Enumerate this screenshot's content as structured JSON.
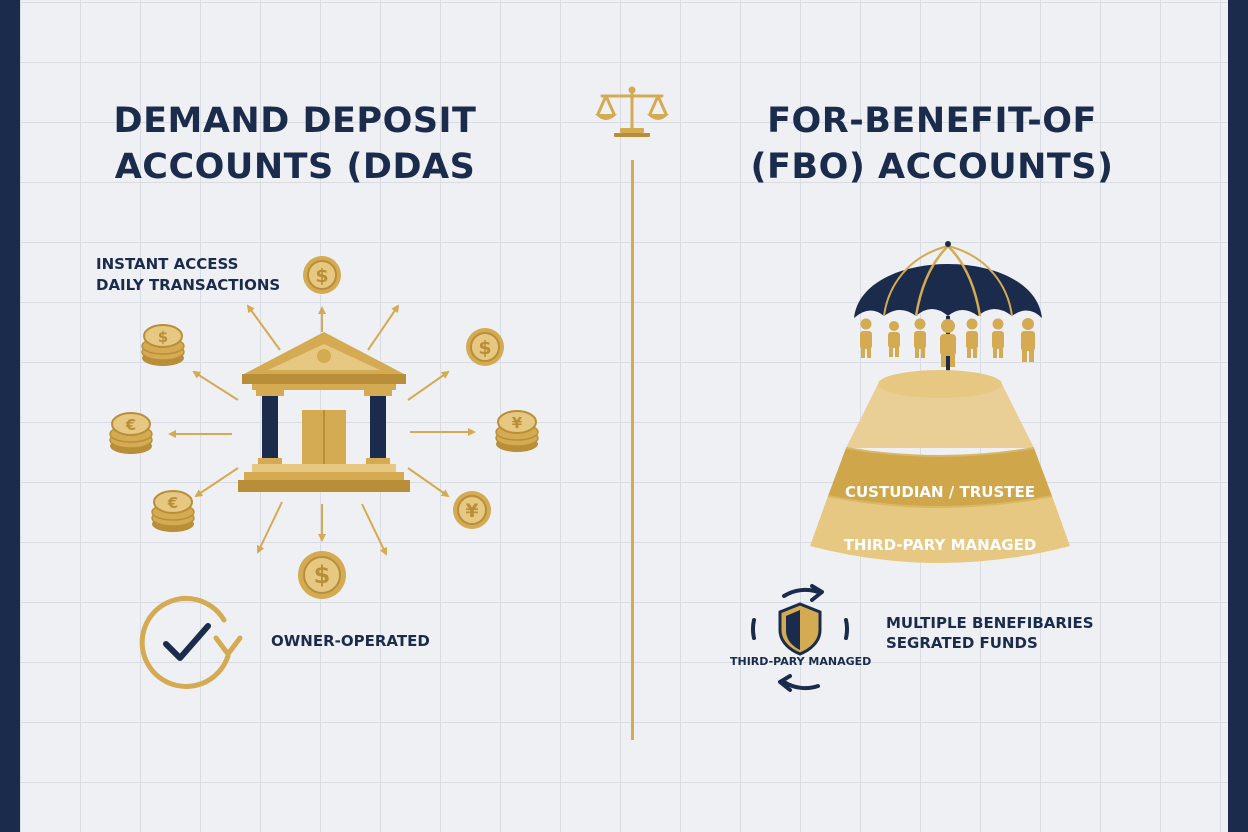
{
  "left": {
    "title_line1": "DEMAND DEPOSIT",
    "title_line2": "ACCOUNTS (DDAS",
    "features_line1": "INSTANT ACCESS",
    "features_line2": "DAILY TRANSACTIONS",
    "owner_label": "OWNER-OPERATED",
    "coin_symbols": [
      "$",
      "$",
      "¥",
      "¥",
      "$",
      "€",
      "€",
      "$"
    ]
  },
  "right": {
    "title_line1": "FOR-BENEFIT-OF",
    "title_line2": "(FBO) ACCOUNTS)",
    "pyramid_tier1": "CUSTUDIAN / TRUSTEE",
    "pyramid_tier2": "THIRD-PARY MANAGED",
    "shield_caption": "THIRD-PARY MANAGED",
    "beneficiaries_line1": "MULTIPLE BENEFIBARIES",
    "beneficiaries_line2": "SEGRATED FUNDS"
  },
  "colors": {
    "navy": "#1a2b4c",
    "gold": "#d4aa52",
    "gold_dark": "#b88f38",
    "gold_light": "#e6c882",
    "background": "#eff0f3",
    "grid": "#d9dce3"
  }
}
